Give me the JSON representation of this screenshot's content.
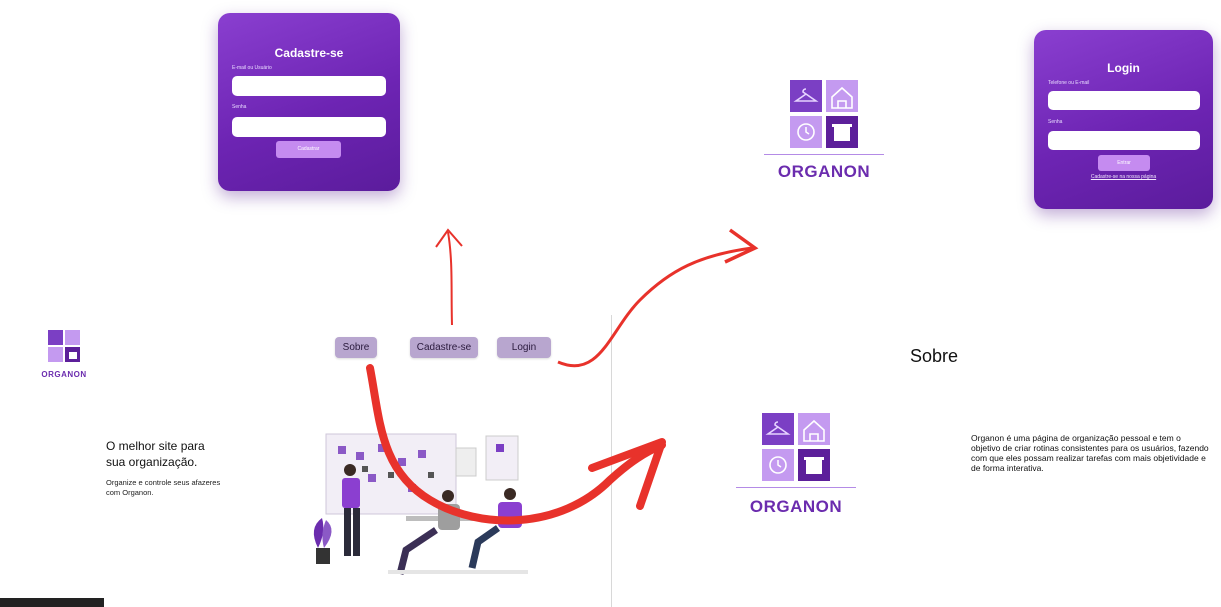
{
  "signup_card": {
    "title": "Cadastre-se",
    "label_email": "E-mail ou Usuário",
    "label_password": "Senha",
    "button": "Cadastrar"
  },
  "login_card": {
    "title": "Login",
    "label_user": "Telefone ou E-mail",
    "label_password": "Senha",
    "button": "Entrar",
    "link": "Cadastre-se na nossa página"
  },
  "nav": {
    "sobre": "Sobre",
    "cadastre": "Cadastre-se",
    "login": "Login"
  },
  "brand": {
    "name": "ORGANON"
  },
  "hero": {
    "title": "O melhor site para sua organização.",
    "subtitle": "Organize e controle seus afazeres com Organon."
  },
  "sobre": {
    "title": "Sobre",
    "text": "Organon é uma página de organização pessoal e tem o objetivo de criar rotinas consistentes para os usuários, fazendo com que eles possam realizar tarefas com mais objetividade e de forma interativa."
  },
  "colors": {
    "purple_dark": "#6b2cae",
    "purple_mid": "#8a3fd0",
    "purple_light": "#c9a3f0",
    "arrow_red": "#e8322b",
    "pill_bg": "#b8a6cf"
  },
  "icons": [
    "hanger-icon",
    "house-icon",
    "clock-icon",
    "pot-icon"
  ]
}
